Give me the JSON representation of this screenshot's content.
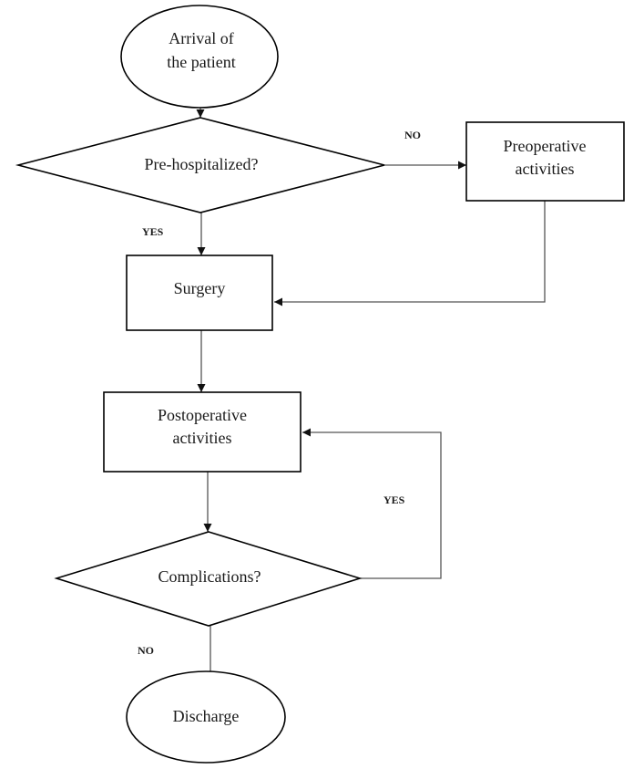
{
  "nodes": {
    "arrival": {
      "shape": "ellipse",
      "line1": "Arrival of",
      "line2": "the patient"
    },
    "prehospitalized": {
      "shape": "diamond",
      "label": "Pre-hospitalized?"
    },
    "preoperative": {
      "shape": "rectangle",
      "line1": "Preoperative",
      "line2": "activities"
    },
    "surgery": {
      "shape": "rectangle",
      "label": "Surgery"
    },
    "postoperative": {
      "shape": "rectangle",
      "line1": "Postoperative",
      "line2": "activities"
    },
    "complications": {
      "shape": "diamond",
      "label": "Complications?"
    },
    "discharge": {
      "shape": "ellipse",
      "label": "Discharge"
    }
  },
  "edges": {
    "prehosp_no": "NO",
    "prehosp_yes": "YES",
    "complications_yes": "YES",
    "complications_no": "NO"
  },
  "colors": {
    "shape_stroke": "#000000",
    "connector": "#555555",
    "text": "#1a1a1a",
    "background": "#ffffff"
  }
}
